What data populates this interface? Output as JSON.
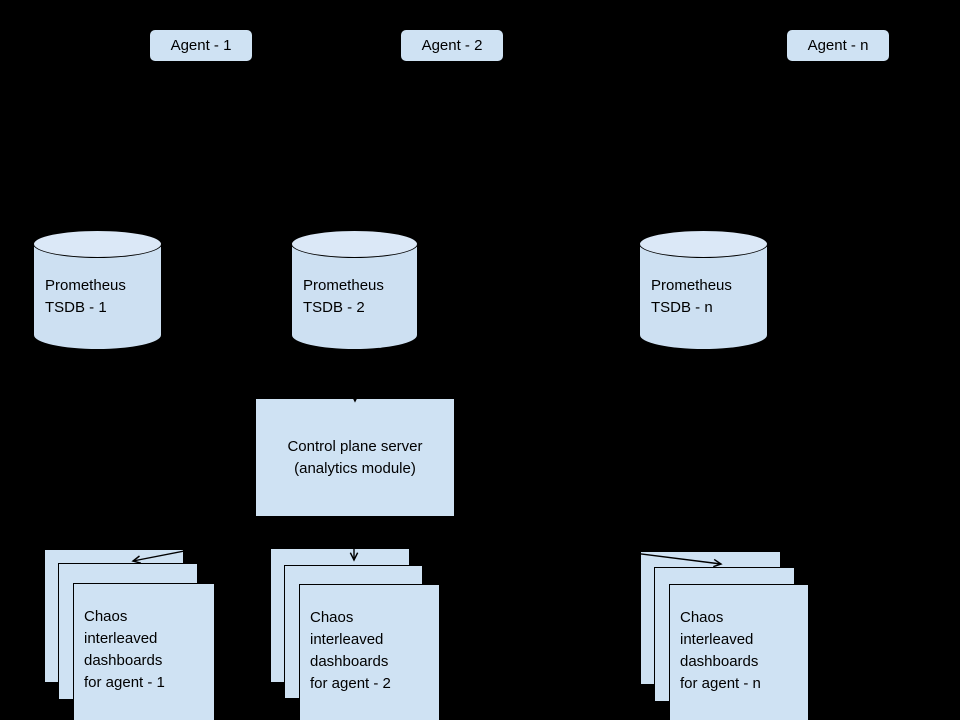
{
  "diagram": {
    "background_color": "#000000",
    "node_fill_color": "#cfe2f3",
    "cylinder_top_fill_color": "#dbe8f7",
    "stroke_color": "#000000",
    "text_color": "#000000"
  },
  "agents": [
    {
      "label": "Agent - 1"
    },
    {
      "label": "Agent - 2"
    },
    {
      "label": "Agent - n"
    }
  ],
  "databases": [
    {
      "label": "Prometheus\nTSDB - 1"
    },
    {
      "label": "Prometheus\nTSDB - 2"
    },
    {
      "label": "Prometheus\nTSDB - n"
    }
  ],
  "control_plane": {
    "label": "Control plane server\n(analytics module)"
  },
  "dashboards": [
    {
      "label": "Chaos\ninterleaved\ndashboards\nfor agent - 1"
    },
    {
      "label": "Chaos\ninterleaved\ndashboards\nfor agent - 2"
    },
    {
      "label": "Chaos\ninterleaved\ndashboards\nfor agent - n"
    }
  ],
  "edges": [
    {
      "from": "agent-1",
      "to": "prometheus-tsdb-1"
    },
    {
      "from": "agent-2",
      "to": "prometheus-tsdb-2"
    },
    {
      "from": "agent-n",
      "to": "prometheus-tsdb-n"
    },
    {
      "from": "prometheus-tsdb-2",
      "to": "control-plane-server"
    },
    {
      "from": "control-plane-server",
      "to": "dashboards-stack-1"
    },
    {
      "from": "control-plane-server",
      "to": "dashboards-stack-2"
    },
    {
      "from": "control-plane-server",
      "to": "dashboards-stack-n"
    }
  ]
}
